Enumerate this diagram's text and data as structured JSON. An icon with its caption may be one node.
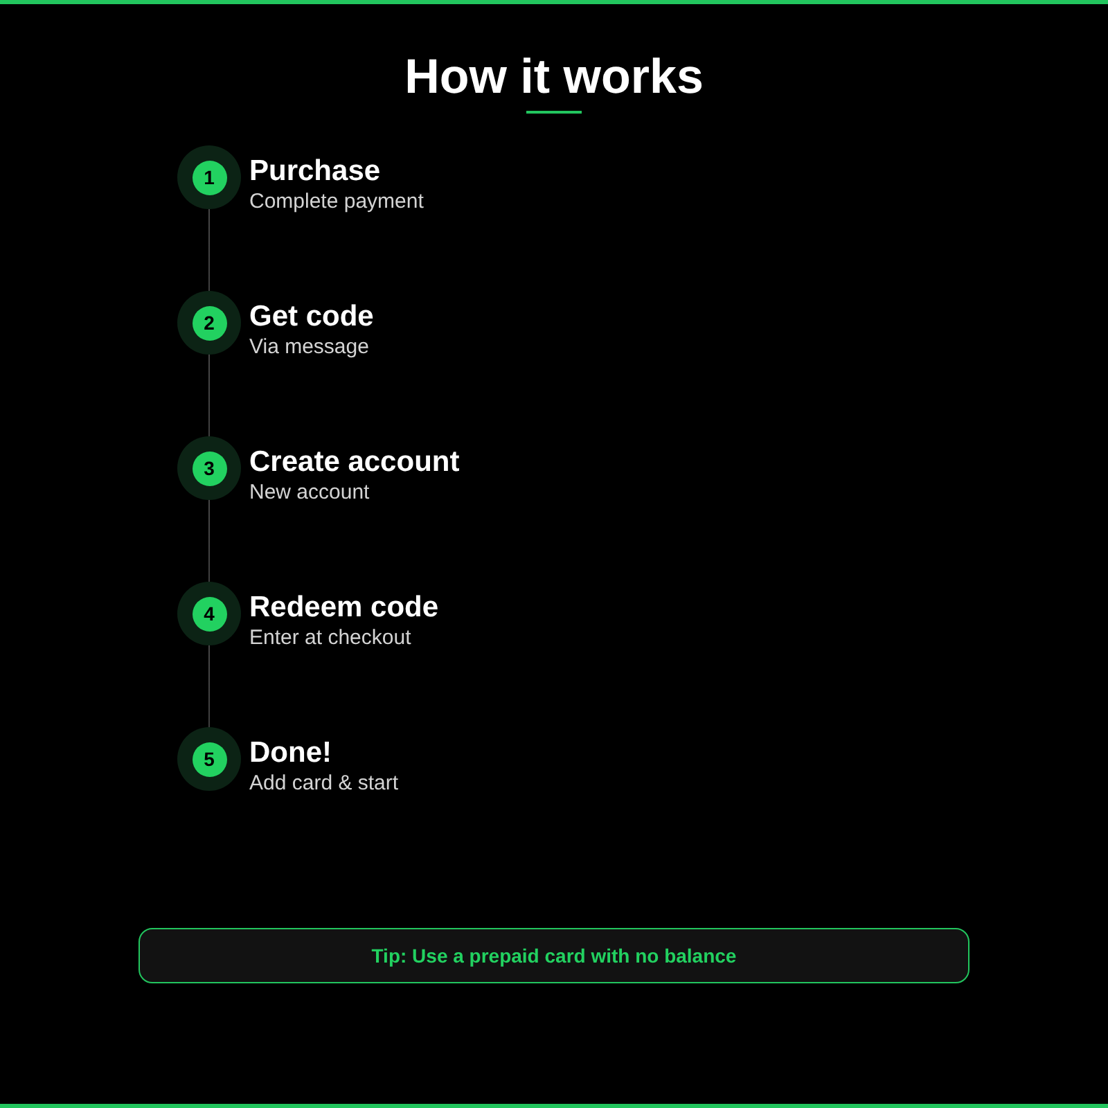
{
  "diagram": {
    "title": "How it works",
    "nodes": [
      {
        "text": [
          "1"
        ],
        "beside": [
          "Purchase",
          "Complete payment"
        ]
      },
      {
        "text": [
          "2"
        ],
        "beside": [
          "Get code",
          "Via message"
        ]
      },
      {
        "text": [
          "3"
        ],
        "beside": [
          "Create account",
          "New account"
        ]
      },
      {
        "text": [
          "4"
        ],
        "beside": [
          "Redeem code",
          "Enter at checkout"
        ]
      },
      {
        "text": [
          "5"
        ],
        "beside": [
          "Done!",
          "Add card & start"
        ]
      },
      {
        "text": [
          "Tip: Use a prepaid card with no balance"
        ]
      }
    ],
    "edges": [
      {
        "from": 0,
        "to": 1,
        "arrow": "none"
      },
      {
        "from": 1,
        "to": 2,
        "arrow": "none"
      },
      {
        "from": 2,
        "to": 3,
        "arrow": "none"
      },
      {
        "from": 3,
        "to": 4,
        "arrow": "none"
      }
    ]
  }
}
